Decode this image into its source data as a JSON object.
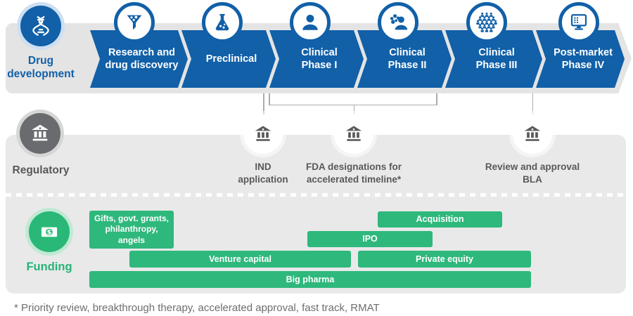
{
  "pipeline": {
    "legend_label": "Drug\ndevelopment",
    "stages": [
      {
        "label": "Research and\ndrug discovery",
        "icon": "funnel-icon"
      },
      {
        "label": "Preclinical",
        "icon": "flask-icon"
      },
      {
        "label": "Clinical\nPhase I",
        "icon": "person-icon"
      },
      {
        "label": "Clinical\nPhase II",
        "icon": "people-icon"
      },
      {
        "label": "Clinical\nPhase III",
        "icon": "crowd-icon"
      },
      {
        "label": "Post-market\nPhase IV",
        "icon": "monitor-icon"
      }
    ]
  },
  "regulatory": {
    "legend_label": "Regulatory",
    "milestones": [
      {
        "label": "IND\napplication",
        "icon": "bank-icon"
      },
      {
        "label": "FDA designations for\naccelerated timeline*",
        "icon": "bank-icon"
      },
      {
        "label": "Review and approval\nBLA",
        "icon": "bank-icon"
      }
    ]
  },
  "funding": {
    "legend_label": "Funding",
    "bars": [
      {
        "label": "Gifts, govt. grants,\nphilanthropy,\nangels"
      },
      {
        "label": "Acquisition"
      },
      {
        "label": "IPO"
      },
      {
        "label": "Venture capital"
      },
      {
        "label": "Private equity"
      },
      {
        "label": "Big pharma"
      }
    ]
  },
  "footnote": "* Priority review, breakthrough therapy, accelerated approval, fast track, RMAT",
  "colors": {
    "blue": "#1160a8",
    "green": "#2eb87c",
    "legend_green": "#27b377",
    "dark_gray_circle": "#6a6b6e",
    "band_gray": "#e4e4e4",
    "panel_gray": "#e9e9e9",
    "text_gray": "#58595b",
    "connector_gray": "#aaacae"
  }
}
